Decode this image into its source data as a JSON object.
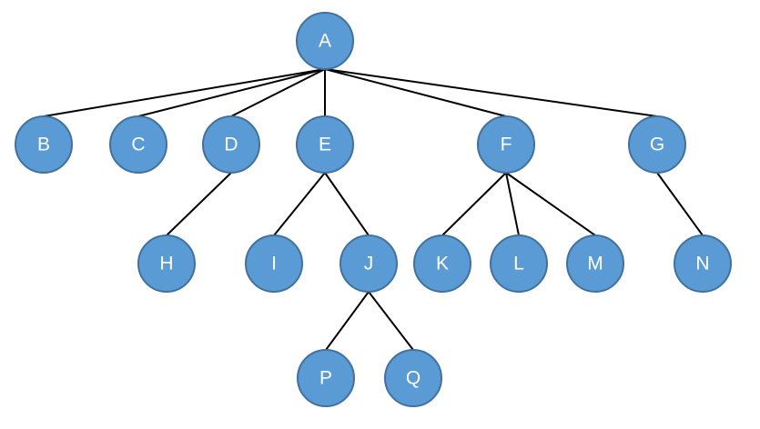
{
  "tree": {
    "node_color": "#5b9bd5",
    "border_color": "#41719c",
    "edge_color": "#000000",
    "label_color": "#ffffff",
    "nodes": [
      {
        "id": "A",
        "label": "A"
      },
      {
        "id": "B",
        "label": "B"
      },
      {
        "id": "C",
        "label": "C"
      },
      {
        "id": "D",
        "label": "D"
      },
      {
        "id": "E",
        "label": "E"
      },
      {
        "id": "F",
        "label": "F"
      },
      {
        "id": "G",
        "label": "G"
      },
      {
        "id": "H",
        "label": "H"
      },
      {
        "id": "I",
        "label": "I"
      },
      {
        "id": "J",
        "label": "J"
      },
      {
        "id": "K",
        "label": "K"
      },
      {
        "id": "L",
        "label": "L"
      },
      {
        "id": "M",
        "label": "M"
      },
      {
        "id": "N",
        "label": "N"
      },
      {
        "id": "P",
        "label": "P"
      },
      {
        "id": "Q",
        "label": "Q"
      }
    ],
    "edges": [
      {
        "from": "A",
        "to": "B"
      },
      {
        "from": "A",
        "to": "C"
      },
      {
        "from": "A",
        "to": "D"
      },
      {
        "from": "A",
        "to": "E"
      },
      {
        "from": "A",
        "to": "F"
      },
      {
        "from": "A",
        "to": "G"
      },
      {
        "from": "D",
        "to": "H"
      },
      {
        "from": "E",
        "to": "I"
      },
      {
        "from": "E",
        "to": "J"
      },
      {
        "from": "F",
        "to": "K"
      },
      {
        "from": "F",
        "to": "L"
      },
      {
        "from": "F",
        "to": "M"
      },
      {
        "from": "G",
        "to": "N"
      },
      {
        "from": "J",
        "to": "P"
      },
      {
        "from": "J",
        "to": "Q"
      }
    ]
  }
}
